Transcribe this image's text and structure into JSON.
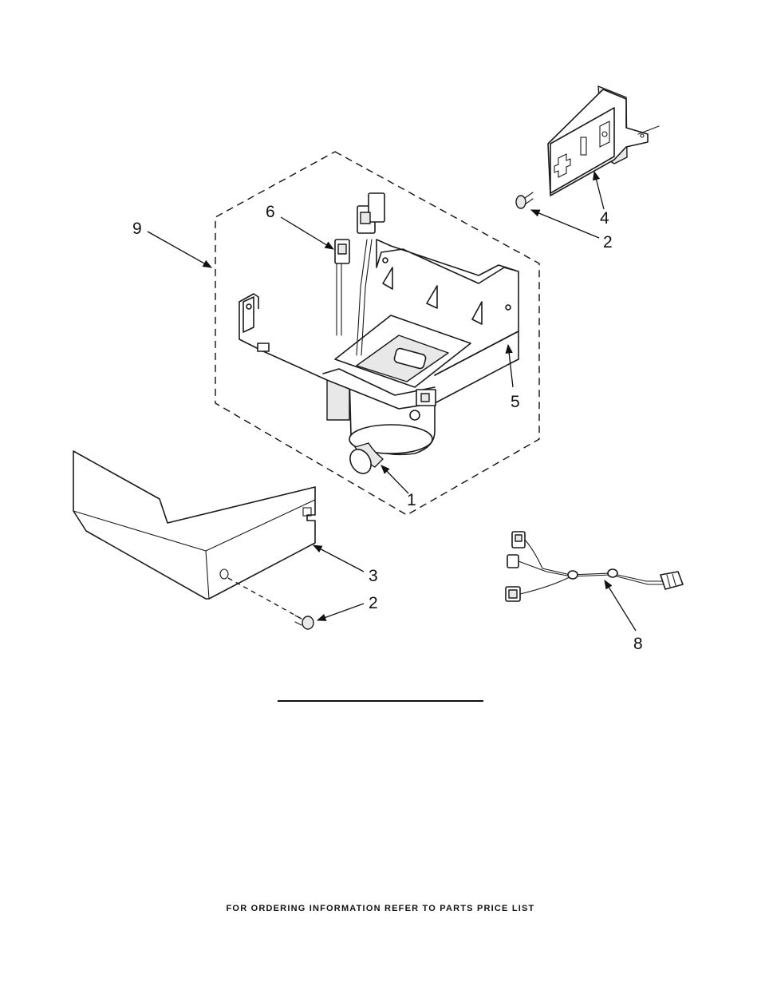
{
  "callouts": {
    "c1": "1",
    "c2a": "2",
    "c2b": "2",
    "c3": "3",
    "c4": "4",
    "c5": "5",
    "c6": "6",
    "c8": "8",
    "c9": "9"
  },
  "footer": {
    "text": "FOR ORDERING INFORMATION REFER TO PARTS PRICE LIST"
  }
}
